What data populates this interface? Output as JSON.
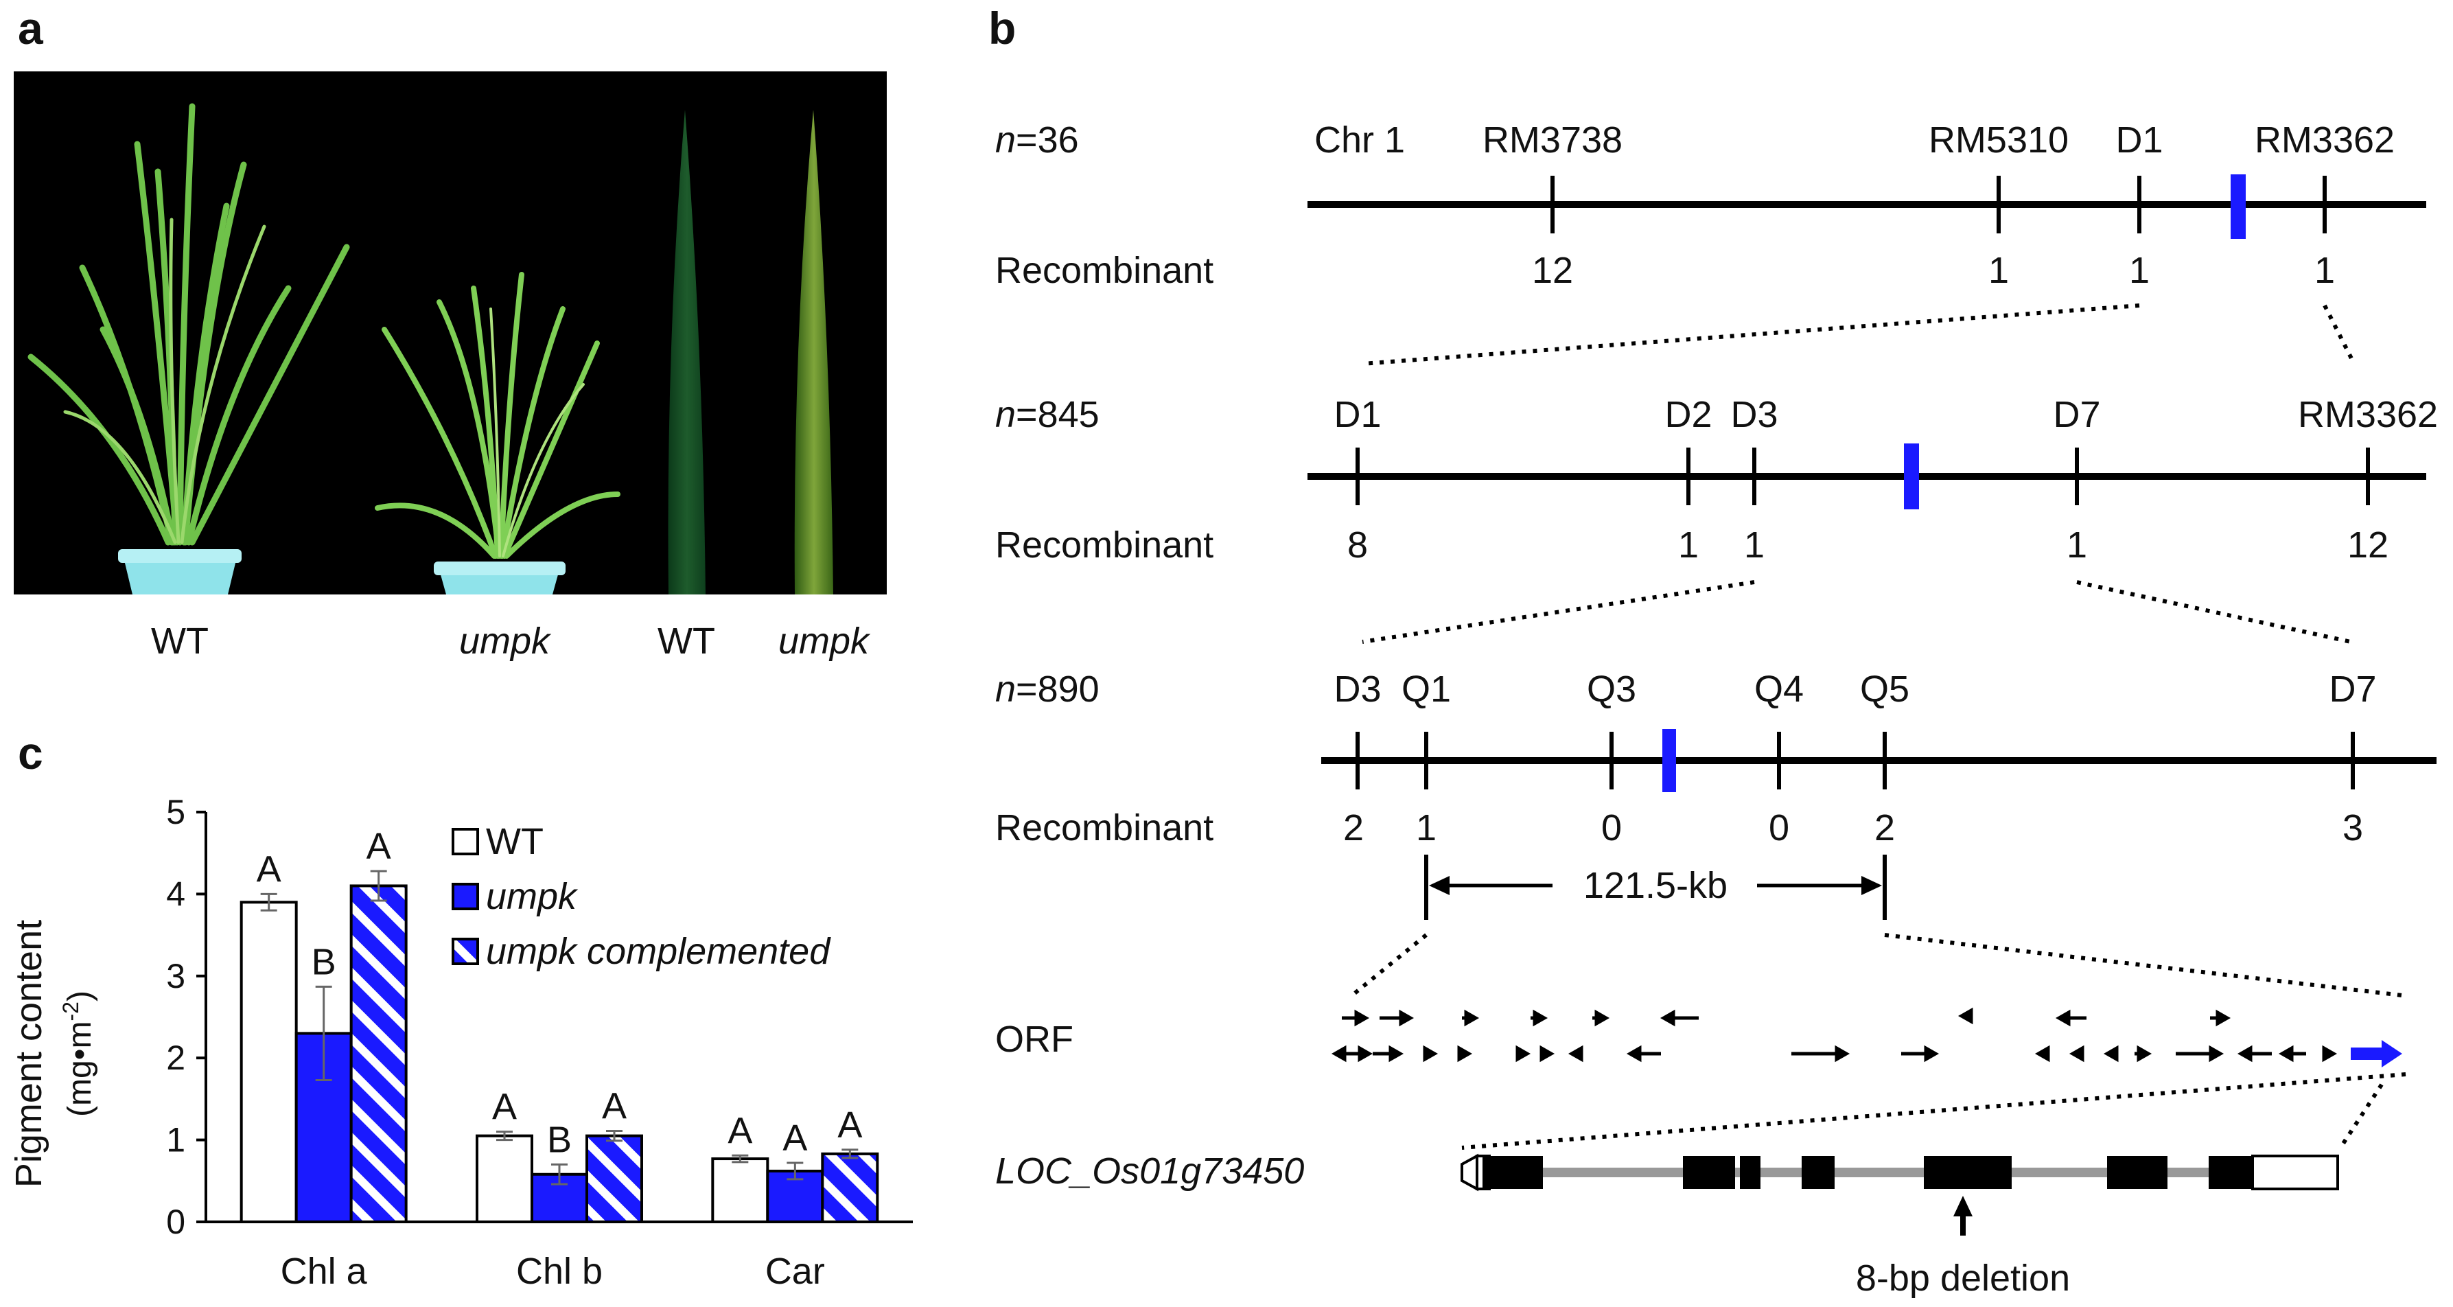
{
  "panels": {
    "a": "a",
    "b": "b",
    "c": "c"
  },
  "panel_a": {
    "labels": [
      "WT",
      "umpk",
      "WT",
      "umpk"
    ]
  },
  "panel_b": {
    "chromosome": "Chr 1",
    "row_label": "Recombinant",
    "maps": [
      {
        "n": "36",
        "markers": [
          {
            "name": "RM3738",
            "recombinant": "12"
          },
          {
            "name": "RM5310",
            "recombinant": "1"
          },
          {
            "name": "D1",
            "recombinant": "1"
          },
          {
            "name": "RM3362",
            "recombinant": "1"
          }
        ]
      },
      {
        "n": "845",
        "markers": [
          {
            "name": "D1",
            "recombinant": "8"
          },
          {
            "name": "D2",
            "recombinant": "1"
          },
          {
            "name": "D3",
            "recombinant": "1"
          },
          {
            "name": "D7",
            "recombinant": "1"
          },
          {
            "name": "RM3362",
            "recombinant": "12"
          }
        ]
      },
      {
        "n": "890",
        "markers": [
          {
            "name": "D3",
            "recombinant": "2"
          },
          {
            "name": "Q1",
            "recombinant": "1"
          },
          {
            "name": "Q3",
            "recombinant": "0"
          },
          {
            "name": "Q4",
            "recombinant": "0"
          },
          {
            "name": "Q5",
            "recombinant": "2"
          },
          {
            "name": "D7",
            "recombinant": "3"
          }
        ]
      }
    ],
    "interval": "121.5-kb",
    "orf_label": "ORF",
    "gene_label": "LOC_Os01g73450",
    "mutation_label": "8-bp deletion",
    "candidate_color": "#1a1aff"
  },
  "chart_data": {
    "type": "bar",
    "categories": [
      "Chl a",
      "Chl b",
      "Car"
    ],
    "series": [
      {
        "name": "WT",
        "values": [
          3.9,
          1.05,
          0.77
        ],
        "errors": [
          0.1,
          0.05,
          0.04
        ],
        "letters": [
          "A",
          "A",
          "A"
        ],
        "color": "#ffffff"
      },
      {
        "name": "umpk",
        "values": [
          2.3,
          0.58,
          0.62
        ],
        "errors": [
          0.57,
          0.12,
          0.1
        ],
        "letters": [
          "B",
          "B",
          "A"
        ],
        "color": "#1a1aff"
      },
      {
        "name": "umpk complemented",
        "values": [
          4.1,
          1.05,
          0.83
        ],
        "errors": [
          0.18,
          0.06,
          0.05
        ],
        "letters": [
          "A",
          "A",
          "A"
        ],
        "color": "#1a1aff"
      }
    ],
    "ylabel_main": "Pigment content",
    "ylabel_unit": "(mg•m",
    "ylabel_sup": "-2",
    "ylabel_close": ")",
    "ylim": [
      0,
      5
    ],
    "yticks": [
      "0",
      "1",
      "2",
      "3",
      "4",
      "5"
    ],
    "legend_position": "top-right"
  }
}
